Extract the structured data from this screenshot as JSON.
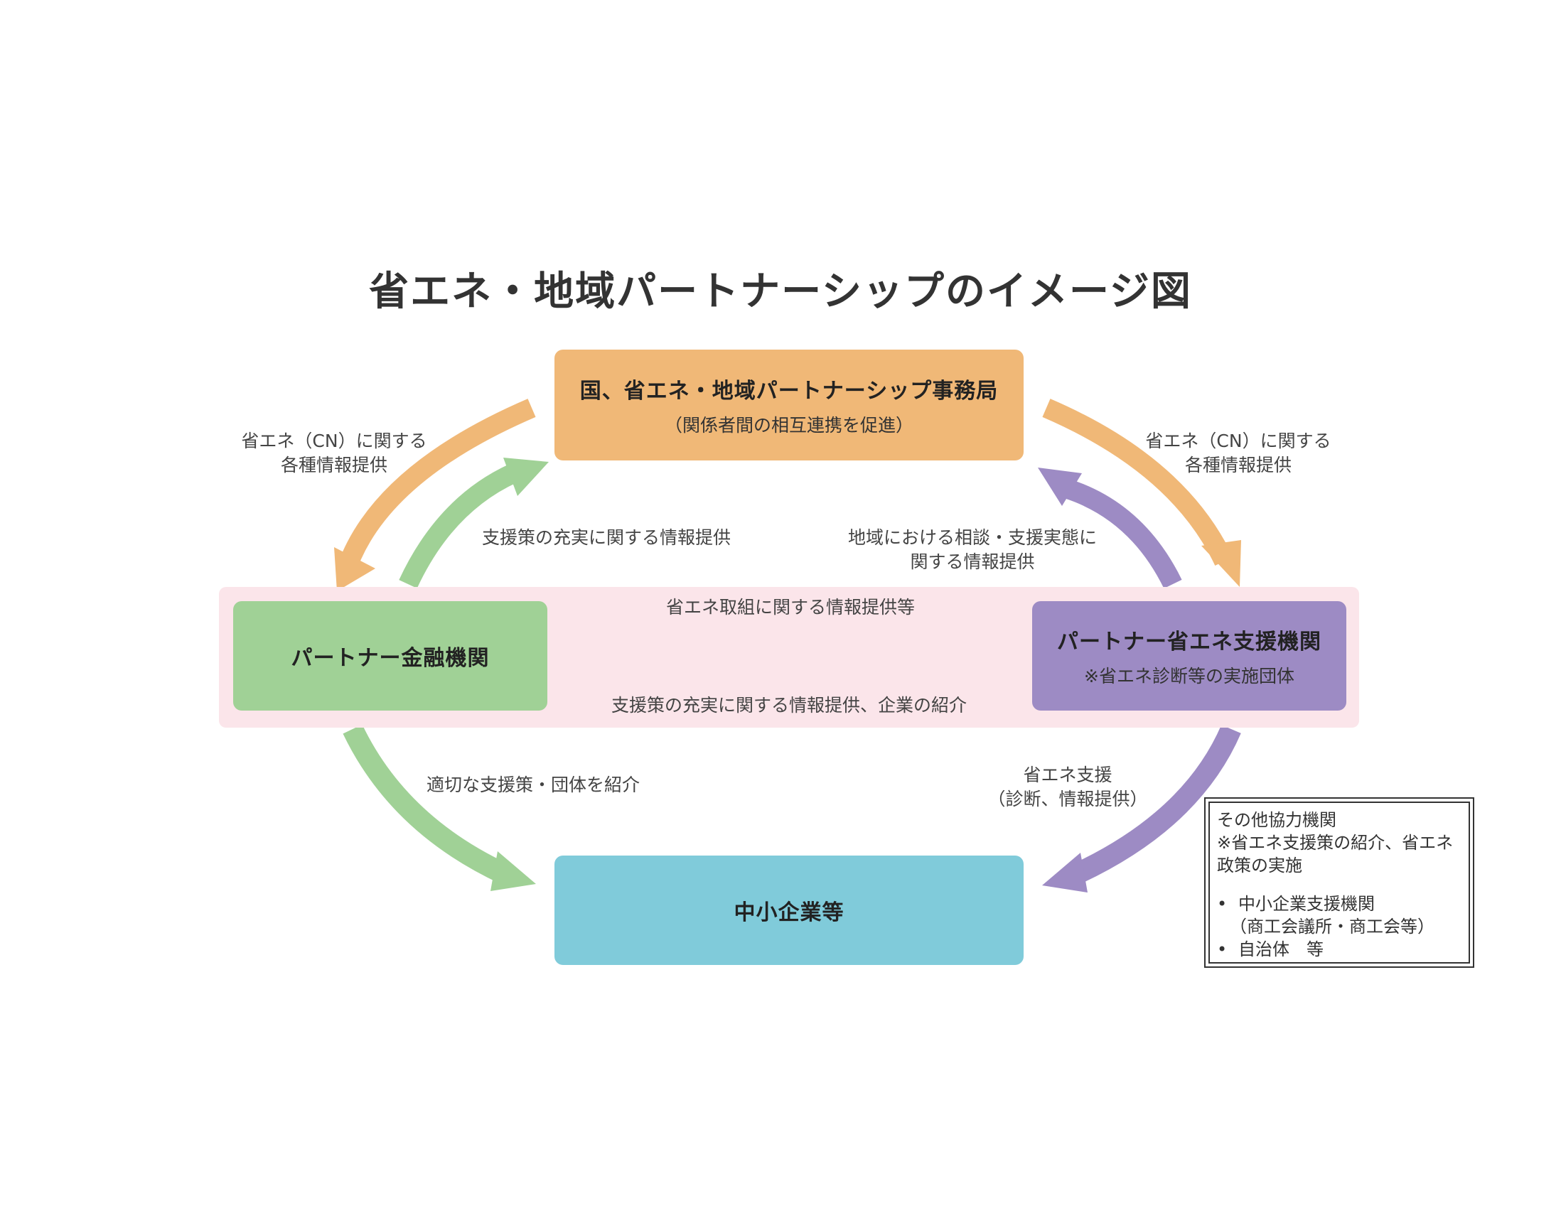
{
  "title": "省エネ・地域パートナーシップのイメージ図",
  "colors": {
    "orange": "#f0b877",
    "green": "#a0d196",
    "purple": "#9d8bc4",
    "blue": "#80cbda",
    "band": "#fbe5ea"
  },
  "boxes": {
    "top": {
      "main": "国、省エネ・地域パートナーシップ事務局",
      "sub": "（関係者間の相互連携を促進）"
    },
    "finance": {
      "main": "パートナー金融機関"
    },
    "support": {
      "main": "パートナー省エネ支援機関",
      "sub": "※省エネ診断等の実施団体"
    },
    "sme": {
      "main": "中小企業等"
    }
  },
  "labels": {
    "left_info": [
      "省エネ（CN）に関する",
      "各種情報提供"
    ],
    "right_info": [
      "省エネ（CN）に関する",
      "各種情報提供"
    ],
    "finance_to_top": "支援策の充実に関する情報提供",
    "support_to_top": [
      "地域における相談・支援実態に",
      "関する情報提供"
    ],
    "support_to_finance": "省エネ取組に関する情報提供等",
    "finance_to_support": "支援策の充実に関する情報提供、企業の紹介",
    "finance_to_sme": "適切な支援策・団体を紹介",
    "support_to_sme": [
      "省エネ支援",
      "（診断、情報提供）"
    ]
  },
  "other": {
    "title": "その他協力機関",
    "note": [
      "※省エネ支援策の紹介、省エネ",
      "政策の実施"
    ],
    "items": [
      {
        "text": "中小企業支援機関",
        "sub": "（商工会議所・商工会等）"
      },
      {
        "text": "自治体　等"
      }
    ]
  }
}
